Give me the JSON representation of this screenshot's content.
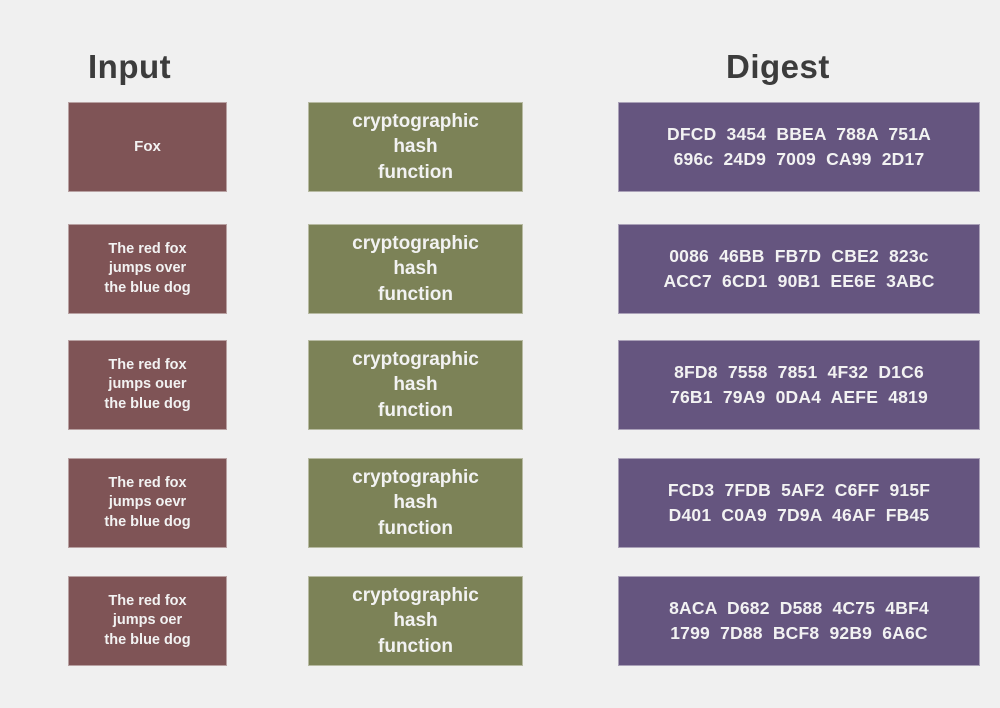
{
  "headers": {
    "input": "Input",
    "digest": "Digest"
  },
  "colors": {
    "background": "#f0f0f0",
    "input_box": "#7f5456",
    "function_box": "#7c8257",
    "digest_box": "#65557f",
    "header_text": "#3c3c3c",
    "box_text": "#f2f2f2"
  },
  "function_label": "cryptographic\nhash\nfunction",
  "rows": [
    {
      "input": "Fox",
      "function": "cryptographic\nhash\nfunction",
      "digest_line1": "DFCD  3454  BBEA  788A  751A",
      "digest_line2": "696c  24D9  7009  CA99  2D17"
    },
    {
      "input": "The red fox\njumps over\nthe blue dog",
      "function": "cryptographic\nhash\nfunction",
      "digest_line1": "0086  46BB  FB7D  CBE2  823c",
      "digest_line2": "ACC7  6CD1  90B1  EE6E  3ABC"
    },
    {
      "input": "The red fox\njumps ouer\nthe blue dog",
      "function": "cryptographic\nhash\nfunction",
      "digest_line1": "8FD8  7558  7851  4F32  D1C6",
      "digest_line2": "76B1  79A9  0DA4  AEFE  4819"
    },
    {
      "input": "The red fox\njumps oevr\nthe blue dog",
      "function": "cryptographic\nhash\nfunction",
      "digest_line1": "FCD3  7FDB  5AF2  C6FF  915F",
      "digest_line2": "D401  C0A9  7D9A  46AF  FB45"
    },
    {
      "input": "The red fox\njumps oer\nthe blue dog",
      "function": "cryptographic\nhash\nfunction",
      "digest_line1": "8ACA  D682  D588  4C75  4BF4",
      "digest_line2": "1799  7D88  BCF8  92B9  6A6C"
    }
  ]
}
